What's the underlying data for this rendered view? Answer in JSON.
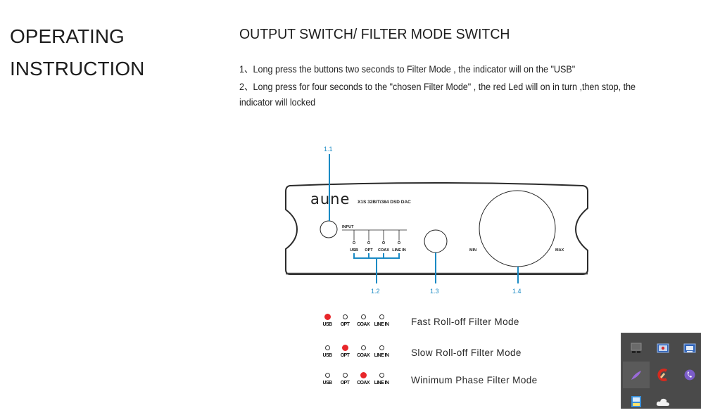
{
  "side_heading": {
    "line1": "OPERATING",
    "line2": "INSTRUCTION"
  },
  "section": {
    "title": "OUTPUT SWITCH/ FILTER MODE SWITCH",
    "steps": [
      "1、Long press the buttons two seconds to Filter Mode , the indicator will on the \"USB\"",
      "2、Long press for four seconds to the \"chosen Filter Mode\" , the red Led will on in turn ,then stop, the",
      "indicator will locked"
    ]
  },
  "diagram": {
    "brand": "aune",
    "model": "X1S 32BIT/384 DSD DAC",
    "input_label": "INPUT",
    "inputs": [
      "USB",
      "OPT",
      "COAX",
      "LINE IN"
    ],
    "knob_min": "MIN",
    "knob_max": "MAX",
    "callouts": [
      "1.1",
      "1.2",
      "1.3",
      "1.4"
    ],
    "accent_color": "#1a8ac4"
  },
  "filter_modes": [
    {
      "label": "Fast Roll-off  Filter Mode",
      "active_led": 0
    },
    {
      "label": "Slow Roll-off  Filter Mode",
      "active_led": 1
    },
    {
      "label": "Winimum Phase  Filter Mode",
      "active_led": 2
    }
  ],
  "led_on_color": "#e8262a",
  "tray": {
    "icons": [
      "network-icon",
      "screen-record-icon",
      "remote-display-icon",
      "feather-icon",
      "ccleaner-icon",
      "viber-icon",
      "app-icon",
      "cloud-icon"
    ]
  }
}
